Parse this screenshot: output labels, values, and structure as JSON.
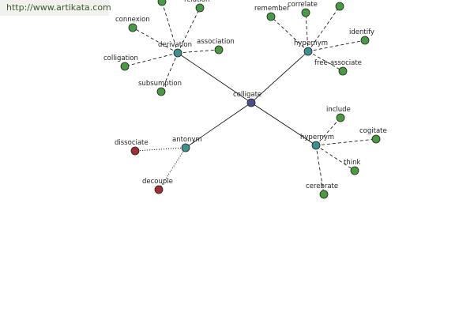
{
  "source_url": "http://www.artikata.com",
  "center": {
    "label": "colligate",
    "color": "#4a4f8c"
  },
  "colors": {
    "relation": "#3f8f8c",
    "leaf": "#4a9a45",
    "antonym_leaf": "#9e2f34"
  },
  "relations": [
    {
      "label": "derivation",
      "leaves": [
        "connexion",
        "relation",
        "association",
        "colligation",
        "subsumption"
      ]
    },
    {
      "label": "hypernym",
      "leaves": [
        "remember",
        "correlate",
        "identify",
        "free-associate"
      ]
    },
    {
      "label": "hypernym",
      "leaves": [
        "include",
        "cogitate",
        "think",
        "cerebrate"
      ]
    },
    {
      "label": "antonym",
      "leaves": [
        "dissociate",
        "decouple"
      ]
    }
  ]
}
